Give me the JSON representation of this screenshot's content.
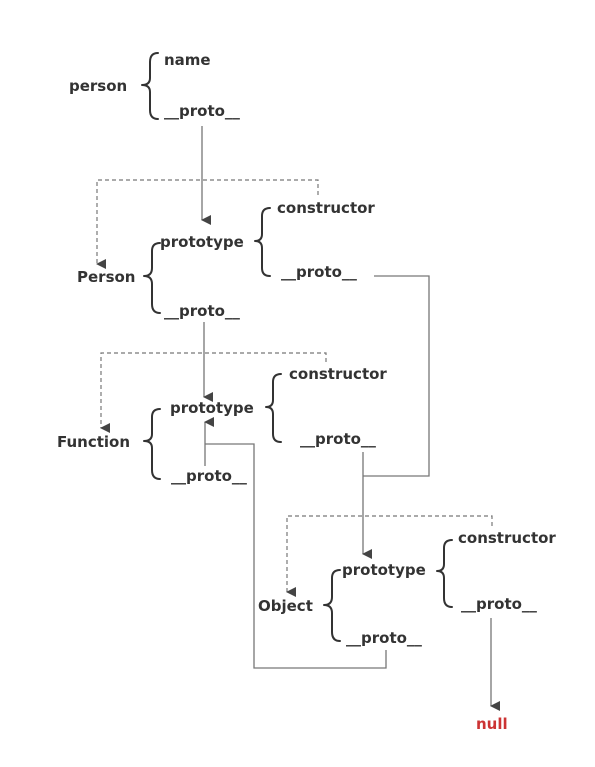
{
  "person": {
    "name": "person",
    "children": [
      "name",
      "__proto__"
    ]
  },
  "Person": {
    "name": "Person",
    "children": [
      "prototype",
      "__proto__"
    ],
    "prototype": {
      "children": [
        "constructor",
        "__proto__"
      ]
    }
  },
  "Function": {
    "name": "Function",
    "children": [
      "prototype",
      "__proto__"
    ],
    "prototype": {
      "children": [
        "constructor",
        "__proto__"
      ]
    }
  },
  "Object": {
    "name": "Object",
    "children": [
      "prototype",
      "__proto__"
    ],
    "prototype": {
      "children": [
        "constructor",
        "__proto__"
      ]
    }
  },
  "terminal": "null",
  "colors": {
    "text": "#333333",
    "null_text": "#cc3333",
    "edge": "#777777"
  }
}
